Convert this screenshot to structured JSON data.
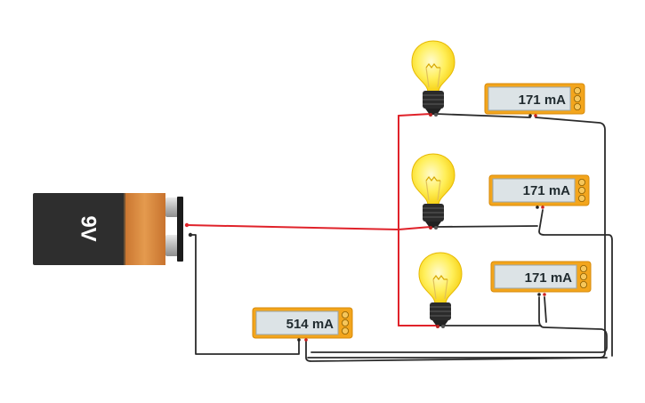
{
  "battery": {
    "label": "9V",
    "icon": "battery-9v-icon"
  },
  "bulbs": [
    {
      "name": "bulb-1",
      "icon": "light-bulb-icon",
      "state": "on"
    },
    {
      "name": "bulb-2",
      "icon": "light-bulb-icon",
      "state": "on"
    },
    {
      "name": "bulb-3",
      "icon": "light-bulb-icon",
      "state": "on"
    }
  ],
  "meters": {
    "m1": {
      "reading": "171 mA"
    },
    "m2": {
      "reading": "171 mA"
    },
    "m3": {
      "reading": "171 mA"
    },
    "total": {
      "reading": "514 mA"
    }
  },
  "colors": {
    "meter_body": "#f3a51c",
    "meter_screen": "#dce3e6",
    "wire_positive": "#e0222a",
    "wire_negative": "#2b2b2b",
    "bulb_glass": "#ffe23a",
    "battery_body": "#2e2e2e",
    "battery_band": "#d98a3d"
  }
}
